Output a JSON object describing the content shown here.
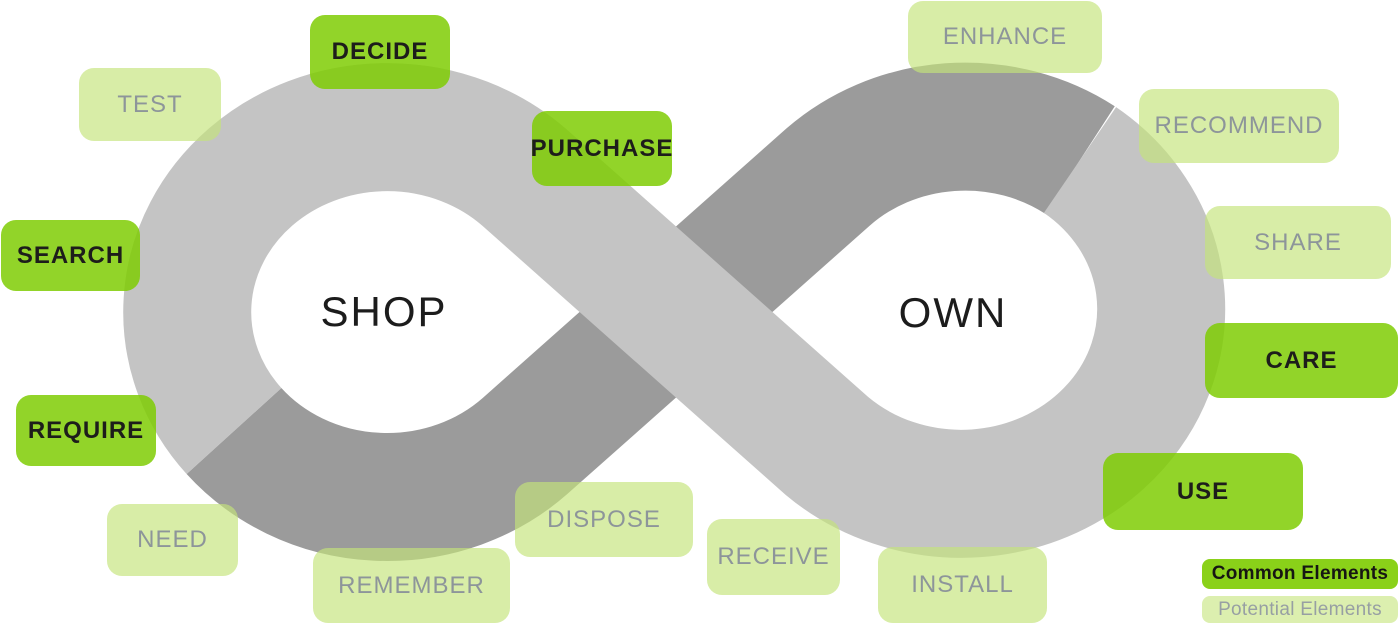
{
  "loops": {
    "left": "SHOP",
    "right": "OWN"
  },
  "stages": {
    "test": {
      "label": "TEST",
      "type": "potential"
    },
    "decide": {
      "label": "DECIDE",
      "type": "common"
    },
    "purchase": {
      "label": "PURCHASE",
      "type": "common"
    },
    "search": {
      "label": "SEARCH",
      "type": "common"
    },
    "require": {
      "label": "REQUIRE",
      "type": "common"
    },
    "need": {
      "label": "NEED",
      "type": "potential"
    },
    "remember": {
      "label": "REMEMBER",
      "type": "potential"
    },
    "dispose": {
      "label": "DISPOSE",
      "type": "potential"
    },
    "receive": {
      "label": "RECEIVE",
      "type": "potential"
    },
    "install": {
      "label": "INSTALL",
      "type": "potential"
    },
    "enhance": {
      "label": "ENHANCE",
      "type": "potential"
    },
    "recommend": {
      "label": "RECOMMEND",
      "type": "potential"
    },
    "share": {
      "label": "SHARE",
      "type": "potential"
    },
    "care": {
      "label": "CARE",
      "type": "common"
    },
    "use": {
      "label": "USE",
      "type": "common"
    }
  },
  "legend": {
    "common": "Common Elements",
    "potential": "Potential Elements"
  },
  "colors": {
    "ribbon_light": "#c4c4c4",
    "ribbon_dark": "#9b9b9b",
    "common_fill": "#7dcc00",
    "potential_fill": "#c4e47a",
    "common_text": "#1d1d1b",
    "potential_text": "#8d959a",
    "loop_label_text": "#1c1c1c",
    "background": "#ffffff"
  }
}
